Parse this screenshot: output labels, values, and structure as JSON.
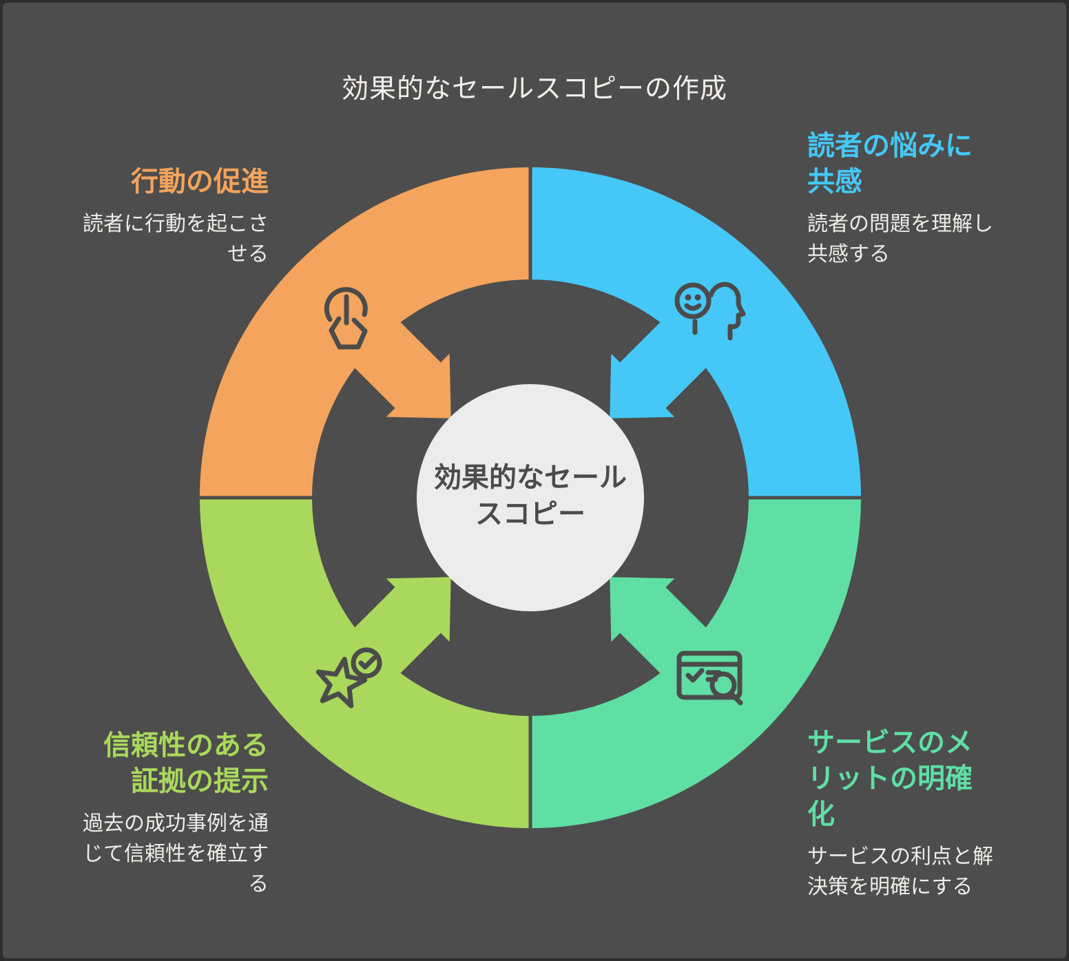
{
  "title": "効果的なセールスコピーの作成",
  "center_label": "効果的なセール\nスコピー",
  "colors": {
    "background": "#4D4D4D",
    "frame_border": "#2E2E2E",
    "center_circle": "#ECECEC",
    "center_text": "#4B4B4B",
    "icon_stroke": "#4B4B4B",
    "title_text": "#F0EFED",
    "description_text": "#ECEDEB"
  },
  "segments": [
    {
      "id": "empathy",
      "position": "top-right",
      "color": "#45C8F7",
      "icon": "empathy-head-icon",
      "heading": "読者の悩みに\n共感",
      "description": "読者の問題を理解し\n共感する"
    },
    {
      "id": "benefits",
      "position": "bottom-right",
      "color": "#5FDFA4",
      "icon": "window-search-icon",
      "heading": "サービスのメ\nリットの明確\n化",
      "description": "サービスの利点と解\n決策を明確にする"
    },
    {
      "id": "proof",
      "position": "bottom-left",
      "color": "#AAD85C",
      "icon": "star-check-icon",
      "heading": "信頼性のある\n証拠の提示",
      "description": "過去の成功事例を通\nじて信頼性を確立す\nる"
    },
    {
      "id": "action",
      "position": "top-left",
      "color": "#F4A45C",
      "icon": "tap-icon",
      "heading": "行動の促進",
      "description": "読者に行動を起こさ\nせる"
    }
  ]
}
